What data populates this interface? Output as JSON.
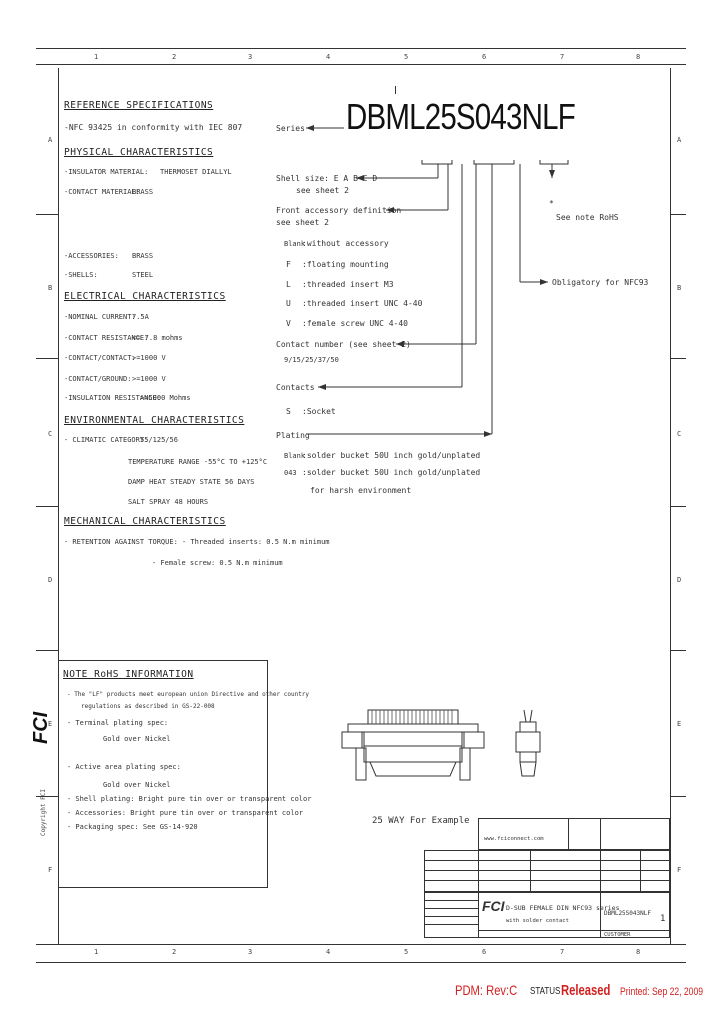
{
  "zones_top": [
    "1",
    "2",
    "3",
    "4",
    "5",
    "6",
    "7",
    "8"
  ],
  "zones_bottom": [
    "1",
    "2",
    "3",
    "4",
    "5",
    "6",
    "7",
    "8"
  ],
  "zones_left": [
    "A",
    "B",
    "C",
    "D",
    "E",
    "F"
  ],
  "zones_right": [
    "A",
    "B",
    "C",
    "D",
    "E",
    "F"
  ],
  "left_panel": {
    "ref_heading": "REFERENCE SPECIFICATIONS",
    "ref_line": "-NFC 93425 in conformity with IEC 807",
    "phys_heading": "PHYSICAL CHARACTERISTICS",
    "insulator_label": "-INSULATOR MATERIAL:",
    "insulator_value": "THERMOSET DIALLYL",
    "contact_mat_label": "-CONTACT MATERIAL:",
    "contact_mat_value": "BRASS",
    "accessories_label": "-ACCESSORIES:",
    "accessories_value": "BRASS",
    "shells_label": "-SHELLS:",
    "shells_value": "STEEL",
    "elec_heading": "ELECTRICAL CHARACTERISTICS",
    "nominal_label": "-NOMINAL CURRENT:",
    "nominal_value": "7.5A",
    "resist_label": "-CONTACT RESISTANCE:",
    "resist_value": "<= 7.8 mohms",
    "cc_label": "-CONTACT/CONTACT:",
    "cc_value": ">=1000 V",
    "cg_label": "-CONTACT/GROUND:",
    "cg_value": ">=1000 V",
    "ins_label": "-INSULATION RESISTANCE:",
    "ins_value": ">=5000 Mohms",
    "env_heading": "ENVIRONMENTAL CHARACTERISTICS",
    "climatic_label": "- CLIMATIC CATEGORY:",
    "climatic_value": "55/125/56",
    "temp_line": "TEMPERATURE RANGE -55°C TO +125°C",
    "damp_line": "DAMP HEAT STEADY STATE 56 DAYS",
    "salt_line": "SALT SPRAY 48 HOURS",
    "mech_heading": "MECHANICAL CHARACTERISTICS",
    "retention_line": "- RETENTION AGAINST TORQUE: - Threaded inserts: 0.5 N.m minimum",
    "female_line": "- Female screw: 0.5 N.m minimum"
  },
  "part_number": "DBML25S043NLF",
  "callouts": {
    "series": "Series",
    "shell_size": "Shell size: E A B C D",
    "see_sheet2a": "see sheet 2",
    "front_acc": "Front accessory definition",
    "see_sheet2b": "see sheet 2",
    "opt1_code": "Blank",
    "opt1_text": ":without accessory",
    "opt2_code": "F",
    "opt2_text": ":floating mounting",
    "opt3_code": "L",
    "opt3_text": ":threaded insert M3",
    "opt4_code": "U",
    "opt4_text": ":threaded insert UNC 4-40",
    "opt5_code": "V",
    "opt5_text": ":female screw UNC 4-40",
    "contact_number": "Contact number (see sheet 2)",
    "contact_values": "9/15/25/37/50",
    "contacts": "Contacts",
    "contacts_code": "S",
    "contacts_text": ":Socket",
    "plating": "Plating",
    "plating1_code": "Blank",
    "plating1_text": ":solder bucket 50U inch gold/unplated",
    "plating2_code": "043",
    "plating2_text": ":solder bucket 50U inch gold/unplated",
    "plating2_note": "for harsh environment",
    "star": "*",
    "see_rohs": "See note RoHS",
    "obligatory": "Obligatory for NFC93"
  },
  "note_panel": {
    "heading": "NOTE RoHS INFORMATION",
    "line1": "- The \"LF\" products meet european union Directive and other country",
    "line2": "regulations as described in GS-22-008",
    "line3": "- Terminal plating spec:",
    "line4": "Gold over Nickel",
    "line5": "- Active area plating spec:",
    "line6": "Gold over Nickel",
    "line7": "- Shell plating: Bright pure tin over or transparent color",
    "line8": "- Accessories: Bright pure tin over or transparent color",
    "line9": "- Packaging spec: See GS-14-920"
  },
  "drawing_caption": "25 WAY For Example",
  "title_block": {
    "website": "www.fciconnect.com",
    "title_line1": "D-SUB FEMALE DIN NFC93 series",
    "title_line2": "with solder contact",
    "drawing_no": "DBML25S043NLF",
    "sheet": "1",
    "customer": "CUSTOMER"
  },
  "logo": "FCI",
  "side_copyright": "Copyright FCI",
  "footer": {
    "pdm_label": "PDM: Rev:",
    "pdm_rev": "C",
    "status_label": "STATUS",
    "status_value": "Released",
    "printed": "Printed: Sep 22, 2009"
  },
  "colors": {
    "footer_red": "#d41f1f",
    "line": "#333333"
  }
}
